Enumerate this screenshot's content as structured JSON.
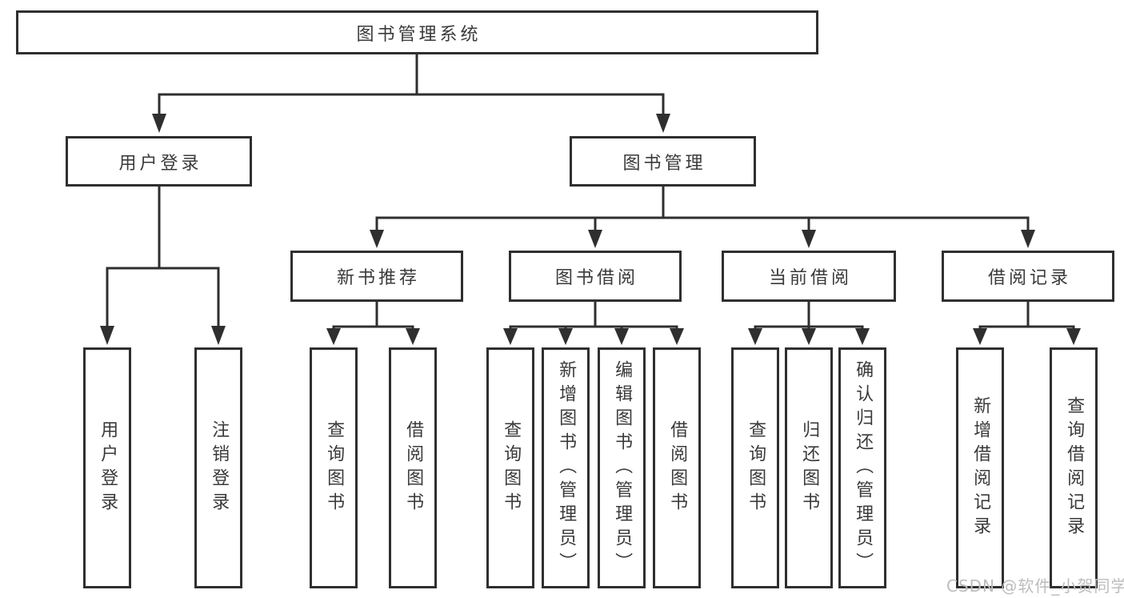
{
  "tree": {
    "root": {
      "label": "图书管理系统"
    },
    "level2": [
      {
        "label": "用户登录"
      },
      {
        "label": "图书管理"
      }
    ],
    "level3": [
      {
        "label": "新书推荐"
      },
      {
        "label": "图书借阅"
      },
      {
        "label": "当前借阅"
      },
      {
        "label": "借阅记录"
      }
    ],
    "leaves": {
      "under_user_login": [
        {
          "label": "用户登录"
        },
        {
          "label": "注销登录"
        }
      ],
      "under_new_book": [
        {
          "label": "查询图书"
        },
        {
          "label": "借阅图书"
        }
      ],
      "under_book_borrow": [
        {
          "label": "查询图书"
        },
        {
          "label": "新增图书（管理员）"
        },
        {
          "label": "编辑图书（管理员）"
        },
        {
          "label": "借阅图书"
        }
      ],
      "under_current_borrow": [
        {
          "label": "查询图书"
        },
        {
          "label": "归还图书"
        },
        {
          "label": "确认归还（管理员）"
        }
      ],
      "under_borrow_records": [
        {
          "label": "新增借阅记录"
        },
        {
          "label": "查询借阅记录"
        }
      ]
    }
  },
  "watermark": {
    "text": "CSDN @软件_小贺同学"
  },
  "colors": {
    "line": "#2f2f2f",
    "text": "#3a3a3a",
    "watermark": "#bdbdbd",
    "background": "#ffffff"
  }
}
